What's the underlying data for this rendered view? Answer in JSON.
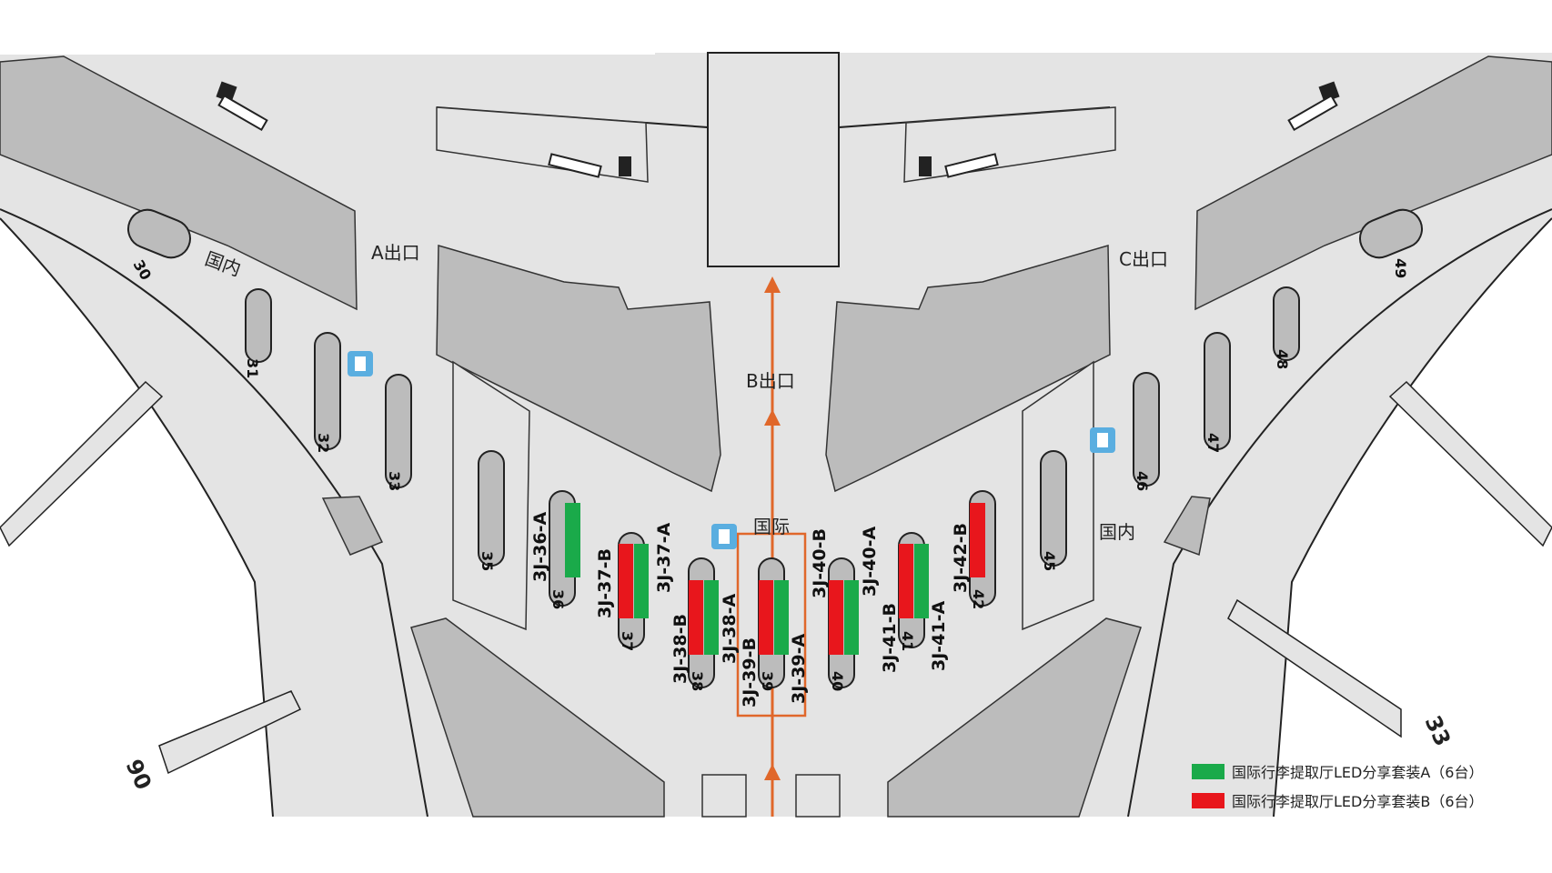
{
  "colors": {
    "display_a": "#1aaa4a",
    "display_b": "#e8161c",
    "route": "#e0672a",
    "floor": "#e4e4e4",
    "block": "#bcbcbc"
  },
  "labels": {
    "exit_a": "A出口",
    "exit_b": "B出口",
    "exit_c": "C出口",
    "zone_domestic_left": "国内",
    "zone_domestic_right": "国内",
    "zone_international": "国际",
    "gate_30": "30",
    "gate_90": "90",
    "gate_33": "33"
  },
  "carousels": [
    {
      "num": "31"
    },
    {
      "num": "32"
    },
    {
      "num": "33"
    },
    {
      "num": "35"
    },
    {
      "num": "36"
    },
    {
      "num": "37"
    },
    {
      "num": "38"
    },
    {
      "num": "39"
    },
    {
      "num": "40"
    },
    {
      "num": "41"
    },
    {
      "num": "42"
    },
    {
      "num": "45"
    },
    {
      "num": "46"
    },
    {
      "num": "47"
    },
    {
      "num": "48"
    },
    {
      "num": "49"
    }
  ],
  "screen_codes": {
    "c36a": "3J-36-A",
    "c37b": "3J-37-B",
    "c37a": "3J-37-A",
    "c38b": "3J-38-B",
    "c38a": "3J-38-A",
    "c39b": "3J-39-B",
    "c39a": "3J-39-A",
    "c40b": "3J-40-B",
    "c40a": "3J-40-A",
    "c41b": "3J-41-B",
    "c41a": "3J-41-A",
    "c42b": "3J-42-B"
  },
  "legend": {
    "item_a": "国际行李提取厅LED分享套装A（6台）",
    "item_b": "国际行李提取厅LED分享套装B（6台）"
  }
}
